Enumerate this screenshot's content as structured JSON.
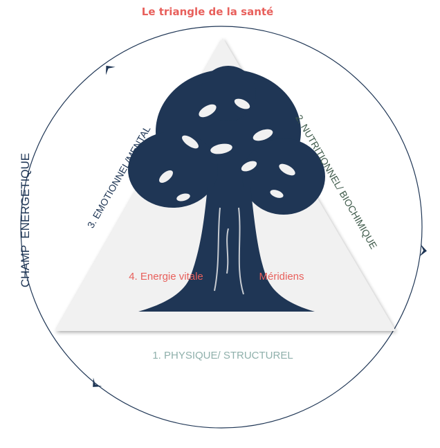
{
  "title": "Le triangle de la santé",
  "outer_label": "CHAMP  ENERGETIQUE",
  "sides": {
    "physical": "1. PHYSIQUE/ STRUCTUREL",
    "nutritional": "2. NUTRITIONNEL/ BIOCHIMIQUE",
    "emotional": "3. EMOTIONNEL/MENTAL"
  },
  "center": {
    "left": "4. Energie vitale",
    "right": "Méridiens"
  },
  "colors": {
    "title": "#e8605c",
    "navy": "#1f3655",
    "green": "#3e5a4a",
    "teal": "#8fb0ab",
    "coral": "#e8605c",
    "circle": "#1f3655",
    "triangle_fill": "#f1f1f1"
  },
  "icons": [
    "arrow-chevron-icon",
    "tree-icon"
  ]
}
